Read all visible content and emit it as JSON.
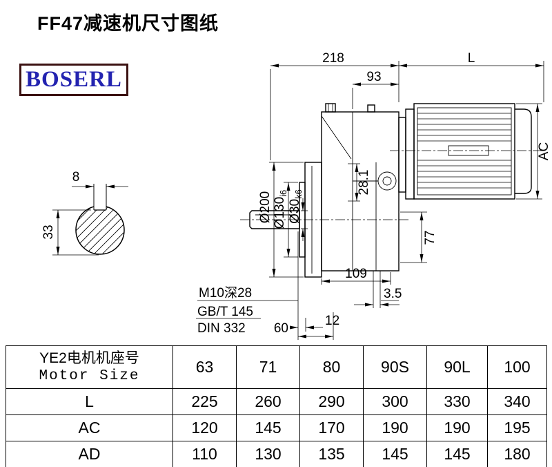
{
  "title": "FF47减速机尺寸图纸",
  "logo": "BOSERL",
  "drawing": {
    "dims": {
      "w218": "218",
      "L": "L",
      "w93": "93",
      "AC": "AC",
      "k281": "28.1",
      "d200": "Ø200",
      "d130": "Ø130",
      "d130_tol": "i6",
      "d30": "Ø30",
      "d30_tol": "k6",
      "h77": "77",
      "w109": "109",
      "g35": "3.5",
      "w60": "60",
      "w12": "12",
      "key8": "8",
      "h33": "33"
    },
    "notes": {
      "thread": "M10深28",
      "std1": "GB/T 145",
      "std2": "DIN 332"
    }
  },
  "table": {
    "header_cn": "YE2电机机座号",
    "header_en": "Motor Size",
    "columns": [
      "63",
      "71",
      "80",
      "90S",
      "90L",
      "100"
    ],
    "rows": [
      {
        "label": "L",
        "values": [
          "225",
          "260",
          "290",
          "300",
          "330",
          "340"
        ]
      },
      {
        "label": "AC",
        "values": [
          "120",
          "145",
          "170",
          "190",
          "190",
          "195"
        ]
      },
      {
        "label": "AD",
        "values": [
          "110",
          "130",
          "135",
          "145",
          "145",
          "180"
        ]
      }
    ]
  }
}
